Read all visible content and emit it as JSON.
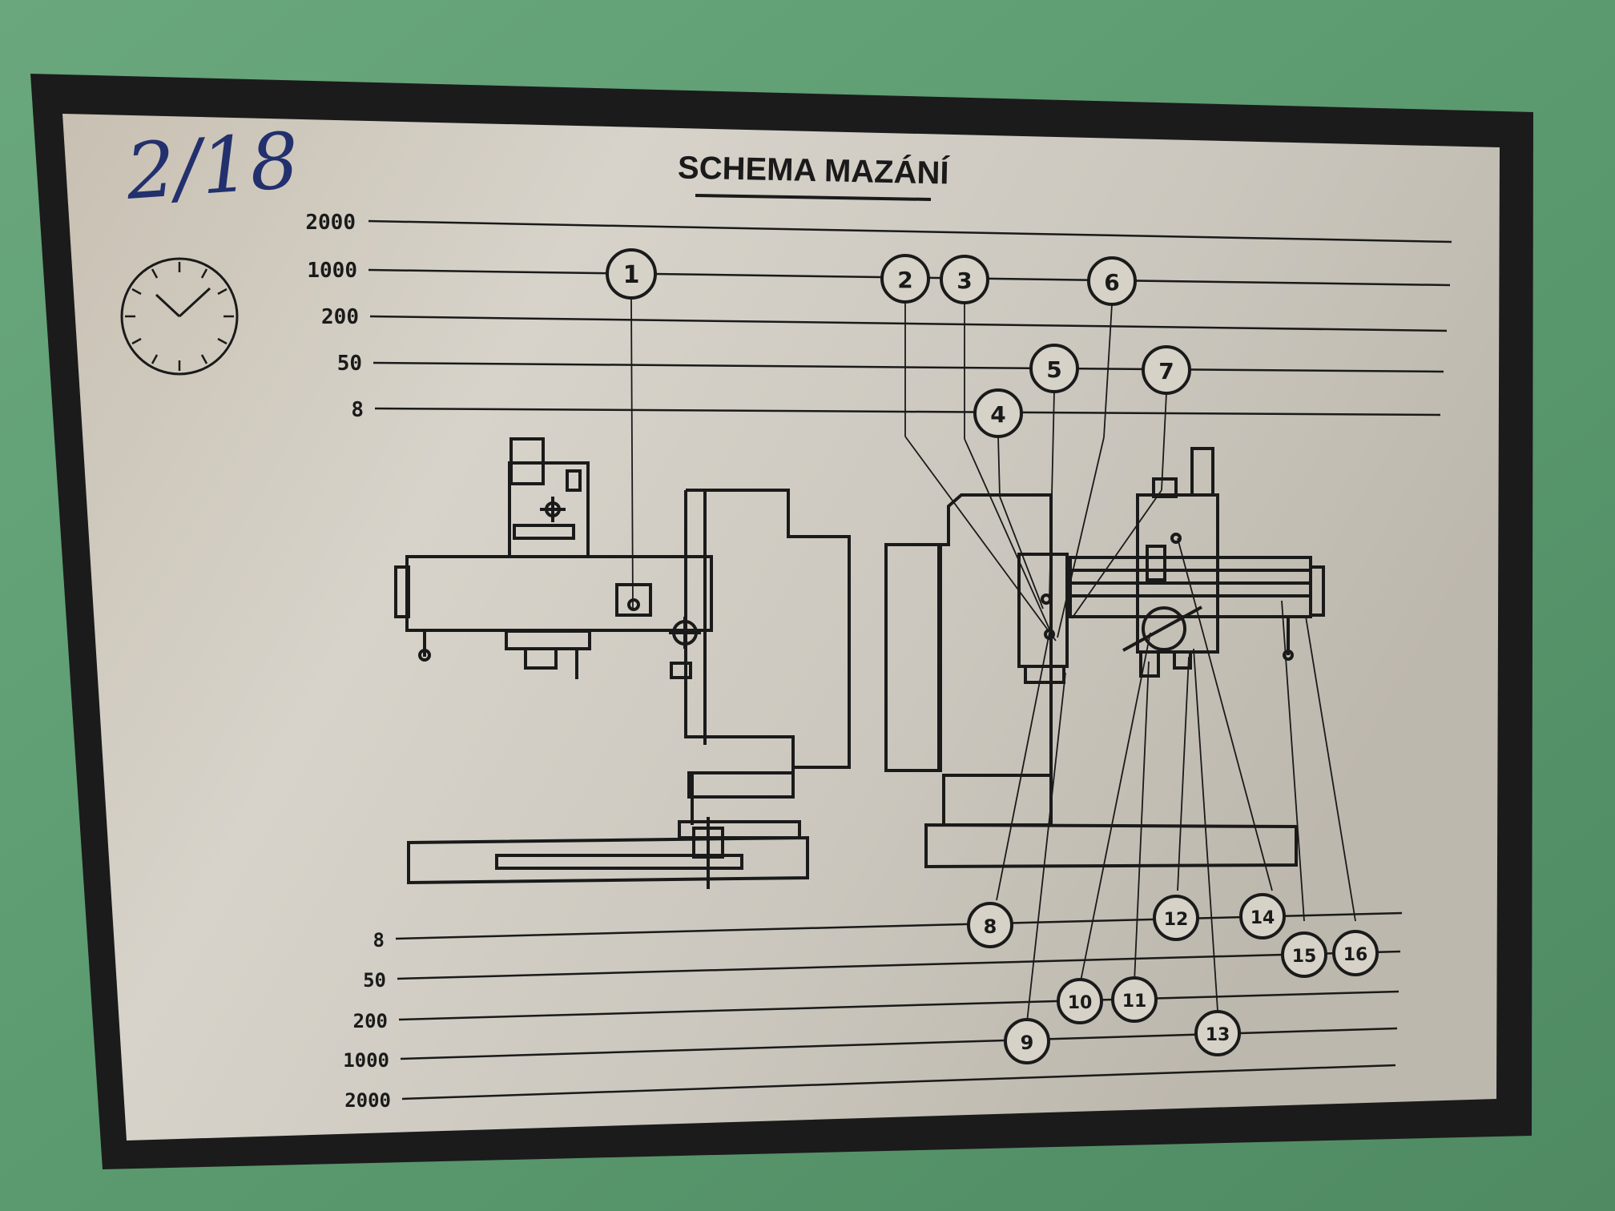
{
  "plate": {
    "title": "SCHEMA MAZÁNÍ",
    "handwritten_note": "2/18"
  },
  "colors": {
    "machine_paint": "#5a9a6e",
    "plate_frame": "#1b1b1b",
    "plate_metal": "#cfcac0",
    "ink": "#1a1a1a",
    "handwriting": "#23306e"
  },
  "icons": {
    "clock": "clock-icon"
  },
  "top_scale": [
    "2000",
    "1000",
    "200",
    "50",
    "8"
  ],
  "bottom_scale": [
    "8",
    "50",
    "200",
    "1000",
    "2000"
  ],
  "callouts": {
    "top": [
      "1",
      "2",
      "3",
      "4",
      "5",
      "6",
      "7"
    ],
    "bottom": [
      "8",
      "9",
      "10",
      "11",
      "12",
      "13",
      "14",
      "15",
      "16"
    ]
  }
}
